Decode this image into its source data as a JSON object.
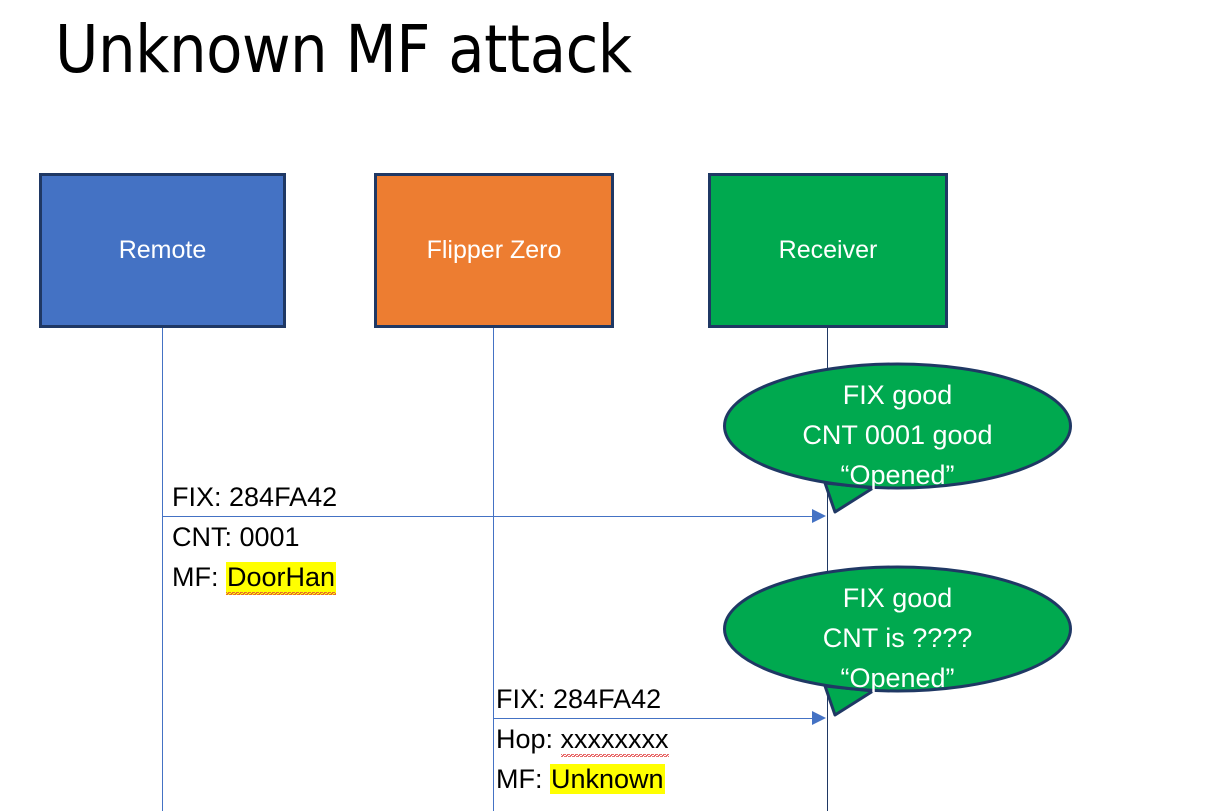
{
  "slide": {
    "title": "Unknown MF attack",
    "background": "#ffffff"
  },
  "colors": {
    "remote_fill": "#4472C4",
    "flipper_fill": "#ED7D31",
    "receiver_fill": "#00A94F",
    "box_border": "#1F3864",
    "bubble_fill": "#00A94F",
    "bubble_border": "#1F3864",
    "arrow": "#4472C4",
    "highlight": "#FFFF00",
    "spellcheck_underline": "#E03A3A",
    "text_dark": "#000000",
    "text_light": "#ffffff"
  },
  "actors": [
    {
      "id": "remote",
      "label": "Remote"
    },
    {
      "id": "flipper",
      "label": "Flipper Zero"
    },
    {
      "id": "receiver",
      "label": "Receiver"
    }
  ],
  "messages": [
    {
      "id": "msg1",
      "from": "remote",
      "to": "receiver",
      "lines": [
        {
          "label": "FIX: ",
          "value": "284FA42",
          "highlight": false,
          "spellcheck": false
        },
        {
          "label": "CNT: ",
          "value": "0001",
          "highlight": false,
          "spellcheck": false
        },
        {
          "label": "MF: ",
          "value": "DoorHan",
          "highlight": true,
          "spellcheck": true
        }
      ]
    },
    {
      "id": "msg2",
      "from": "flipper",
      "to": "receiver",
      "lines": [
        {
          "label": "FIX: ",
          "value": "284FA42",
          "highlight": false,
          "spellcheck": false
        },
        {
          "label": "Hop: ",
          "value": "xxxxxxxx",
          "highlight": false,
          "spellcheck": true
        },
        {
          "label": "MF: ",
          "value": "Unknown",
          "highlight": true,
          "spellcheck": false
        }
      ]
    }
  ],
  "bubbles": [
    {
      "id": "bubble1",
      "owner": "receiver",
      "lines": [
        "FIX good",
        "CNT 0001 good",
        "“Opened”"
      ]
    },
    {
      "id": "bubble2",
      "owner": "receiver",
      "lines": [
        "FIX good",
        "CNT is ????",
        "“Opened”"
      ]
    }
  ]
}
